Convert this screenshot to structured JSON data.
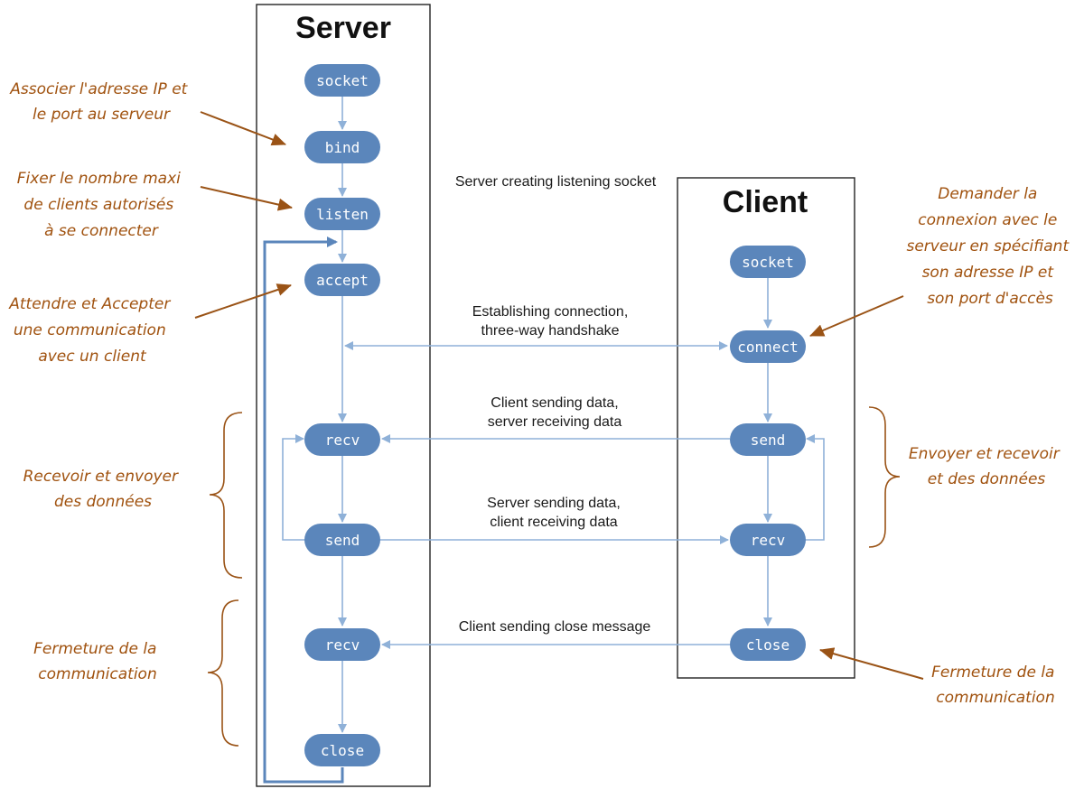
{
  "server": {
    "title": "Server",
    "nodes": [
      "socket",
      "bind",
      "listen",
      "accept",
      "recv",
      "send",
      "recv",
      "close"
    ]
  },
  "client": {
    "title": "Client",
    "nodes": [
      "socket",
      "connect",
      "send",
      "recv",
      "close"
    ]
  },
  "captions": {
    "listening": "Server creating listening socket",
    "handshake_1": "Establishing connection,",
    "handshake_2": "three-way handshake",
    "client_send_1": "Client sending data,",
    "client_send_2": "server receiving data",
    "server_send_1": "Server sending data,",
    "server_send_2": "client receiving data",
    "close_msg": "Client sending close message"
  },
  "notes": {
    "bind": [
      "Associer l'adresse IP et",
      "le port au serveur"
    ],
    "listen": [
      "Fixer le nombre maxi",
      "de clients autorisés",
      "à se connecter"
    ],
    "accept": [
      "Attendre et Accepter",
      "une communication",
      "avec un client"
    ],
    "server_exchange": [
      "Recevoir et envoyer",
      "des données"
    ],
    "server_close": [
      "Fermeture de la",
      "communication"
    ],
    "connect": [
      "Demander la",
      "connexion avec le",
      "serveur en spécifiant",
      "son adresse IP et",
      "son port d'accès"
    ],
    "client_exchange": [
      "Envoyer et recevoir",
      "et des données"
    ],
    "client_close": [
      "Fermeture de la",
      "communication"
    ]
  },
  "colors": {
    "node": "#5b86bb",
    "flow_line": "#8fb1d8",
    "note_text": "#a0520f",
    "note_arrow": "#9a5316"
  }
}
